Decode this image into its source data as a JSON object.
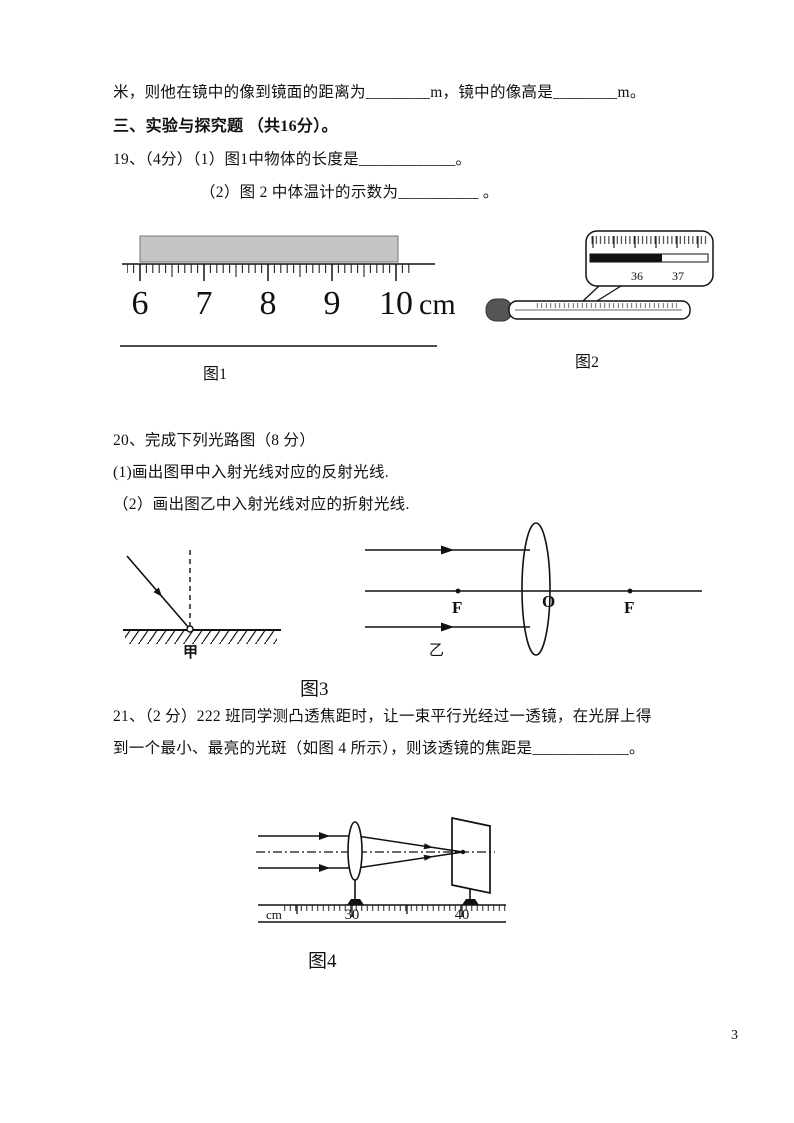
{
  "page_number": "3",
  "text": {
    "mirror_question": "米，则他在镜中的像到镜面的距离为________m，镜中的像高是________m。",
    "section_heading": "三、实验与探究题 （共16分）。",
    "q19_stem": "19、（4分）（1）图1中物体的长度是____________。",
    "q19_part2": "（2）图 2 中体温计的示数为__________ 。",
    "q20_stem": "20、完成下列光路图（8 分）",
    "q20_sub1": "(1)画出图甲中入射光线对应的反射光线.",
    "q20_sub2": "（2）画出图乙中入射光线对应的折射光线.",
    "q21_line1": "21、（2 分）222 班同学测凸透焦距时，让一束平行光经过一透镜，在光屏上得",
    "q21_line2": "到一个最小、最亮的光斑（如图 4 所示），则该透镜的焦距是____________。"
  },
  "fig1": {
    "caption": "图1",
    "tick_labels": [
      "6",
      "7",
      "8",
      "9",
      "10"
    ],
    "unit": "cm"
  },
  "fig2": {
    "caption": "图2",
    "scale_labels": [
      "36",
      "37"
    ]
  },
  "fig3": {
    "caption": "图3",
    "label_jia": "甲",
    "label_yi": "乙",
    "focus_left": "F",
    "optical_center": "O",
    "focus_right": "F"
  },
  "fig4": {
    "caption": "图4",
    "unit": "cm",
    "tick_labels": [
      "30",
      "40"
    ]
  }
}
